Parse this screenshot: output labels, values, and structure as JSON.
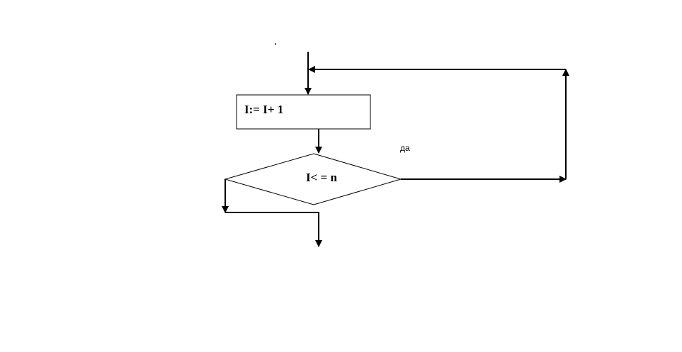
{
  "diagram": {
    "process_block": {
      "label": "I:= I+ 1"
    },
    "decision_block": {
      "label": "I< = n"
    },
    "yes_branch": {
      "label": "да"
    }
  },
  "colors": {
    "stroke": "#000000",
    "background": "#ffffff"
  }
}
